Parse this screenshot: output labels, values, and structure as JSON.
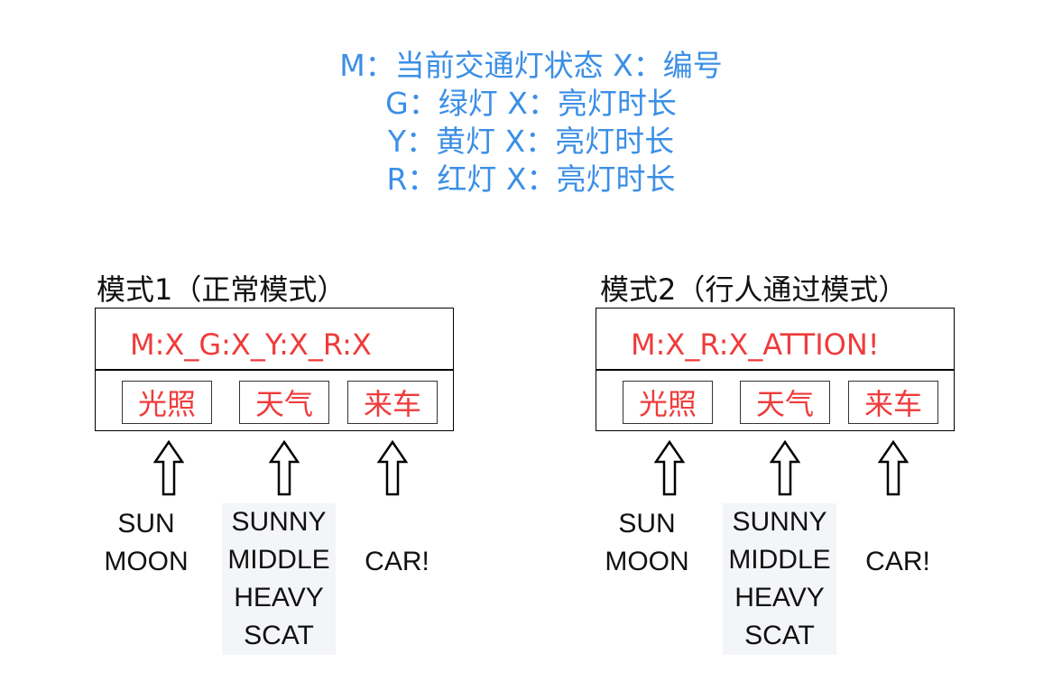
{
  "legend": {
    "lines": [
      "M：当前交通灯状态 X：编号",
      "G：绿灯 X：亮灯时长",
      "Y：黄灯 X：亮灯时长",
      "R：红灯 X：亮灯时长"
    ]
  },
  "modes": [
    {
      "title": "模式1（正常模式）",
      "status": "M:X_G:X_Y:X_R:X",
      "cells": [
        "光照",
        "天气",
        "来车"
      ],
      "inputs": [
        [
          "SUN",
          "MOON"
        ],
        [
          "SUNNY",
          "MIDDLE",
          "HEAVY",
          "SCAT"
        ],
        [
          "CAR!"
        ]
      ]
    },
    {
      "title": "模式2（行人通过模式）",
      "status": "M:X_R:X_ATTION!",
      "cells": [
        "光照",
        "天气",
        "来车"
      ],
      "inputs": [
        [
          "SUN",
          "MOON"
        ],
        [
          "SUNNY",
          "MIDDLE",
          "HEAVY",
          "SCAT"
        ],
        [
          "CAR!"
        ]
      ]
    }
  ],
  "colors": {
    "legend": "#3b8fe6",
    "status": "#ef3b3b",
    "text": "#111111"
  },
  "icons": {
    "arrow": "up-arrow-outline-icon"
  }
}
